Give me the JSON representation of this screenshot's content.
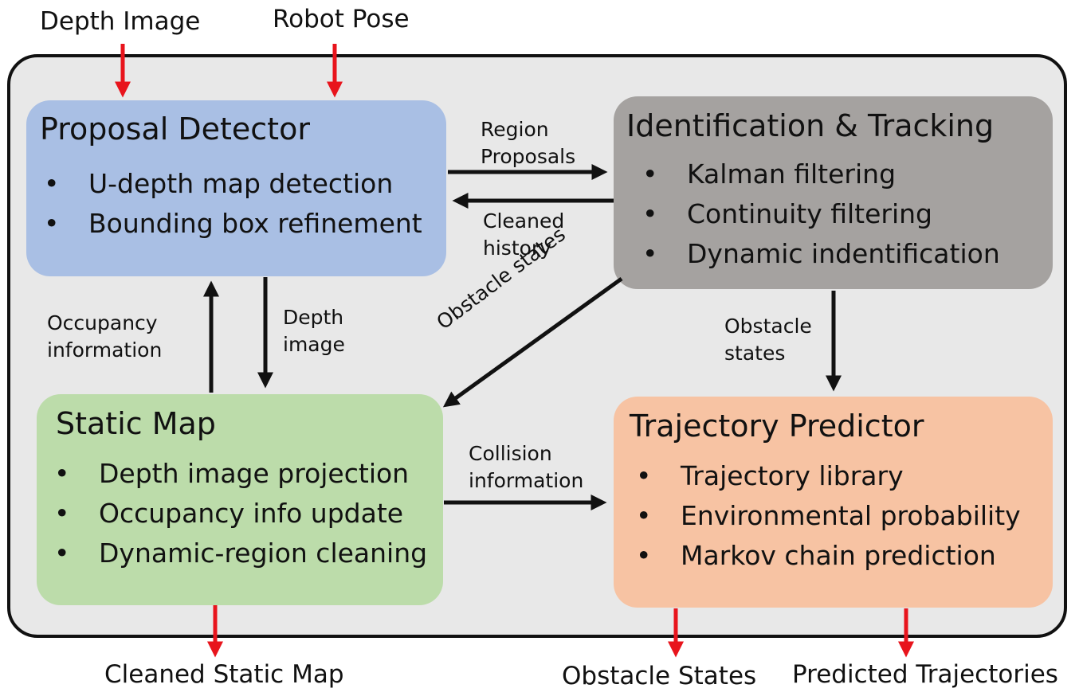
{
  "inputs": {
    "depth_image": "Depth Image",
    "robot_pose": "Robot Pose"
  },
  "outputs": {
    "cleaned_static_map": "Cleaned Static Map",
    "obstacle_states": "Obstacle States",
    "predicted_trajectories": "Predicted Trajectories"
  },
  "modules": {
    "proposal_detector": {
      "title": "Proposal Detector",
      "items": [
        "U-depth map detection",
        "Bounding box refinement"
      ]
    },
    "identification_tracking": {
      "title": "Identification & Tracking",
      "items": [
        "Kalman filtering",
        "Continuity filtering",
        "Dynamic indentification"
      ]
    },
    "static_map": {
      "title": "Static Map",
      "items": [
        "Depth image projection",
        "Occupancy info update",
        "Dynamic-region cleaning"
      ]
    },
    "trajectory_predictor": {
      "title": "Trajectory Predictor",
      "items": [
        "Trajectory library",
        "Environmental probability",
        "Markov chain prediction"
      ]
    }
  },
  "edges": {
    "region_proposals": [
      "Region",
      "Proposals"
    ],
    "cleaned_history": [
      "Cleaned",
      "history"
    ],
    "occupancy_information": [
      "Occupancy",
      "information"
    ],
    "depth_image": [
      "Depth",
      "image"
    ],
    "obstacle_states_diag": "Obstacle states",
    "obstacle_states": [
      "Obstacle",
      "states"
    ],
    "collision_information": [
      "Collision",
      "information"
    ]
  },
  "colors": {
    "proposal": "#a9bfe4",
    "identification": "#a5a2a0",
    "static": "#bcdcaa",
    "trajectory": "#f7c3a3",
    "io_arrow": "#e8141c",
    "internal_arrow": "#111111",
    "frame": "#e8e8e8"
  }
}
